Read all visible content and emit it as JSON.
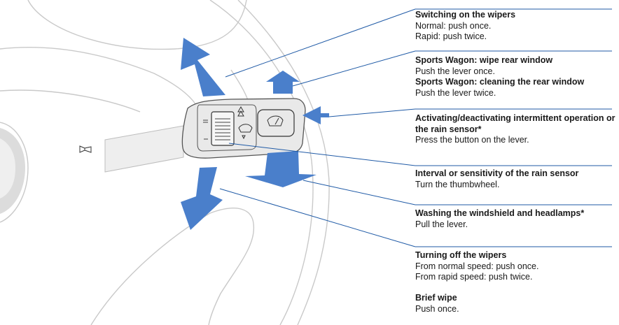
{
  "colors": {
    "accent": "#4a7fcb",
    "line": "#1f5aa6",
    "wheel": "#c9c9c9"
  },
  "annotations": [
    {
      "heading": "Switching on the wipers",
      "lines": [
        "Normal: push once.",
        "Rapid: push twice."
      ]
    },
    {
      "heading": "Sports Wagon: wipe rear window",
      "lines": [
        "Push the lever once."
      ],
      "heading2": "Sports Wagon: cleaning the rear window",
      "lines2": [
        "Push the lever twice."
      ]
    },
    {
      "heading": "Activating/deactivating intermittent operation or the rain sensor*",
      "lines": [
        "Press the button on the lever."
      ]
    },
    {
      "heading": "Interval or sensitivity of the rain sensor",
      "lines": [
        "Turn the thumbwheel."
      ]
    },
    {
      "heading": "Washing the windshield and headlamps*",
      "lines": [
        "Pull the lever."
      ]
    },
    {
      "heading": "Turning off the wipers",
      "lines": [
        "From normal speed: push once.",
        "From rapid speed: push twice."
      ]
    },
    {
      "heading": "Brief wipe",
      "lines": [
        "Push once."
      ]
    }
  ],
  "icons": [
    "horn-icon",
    "wiper-symbol-icon",
    "rear-wiper-icon"
  ]
}
